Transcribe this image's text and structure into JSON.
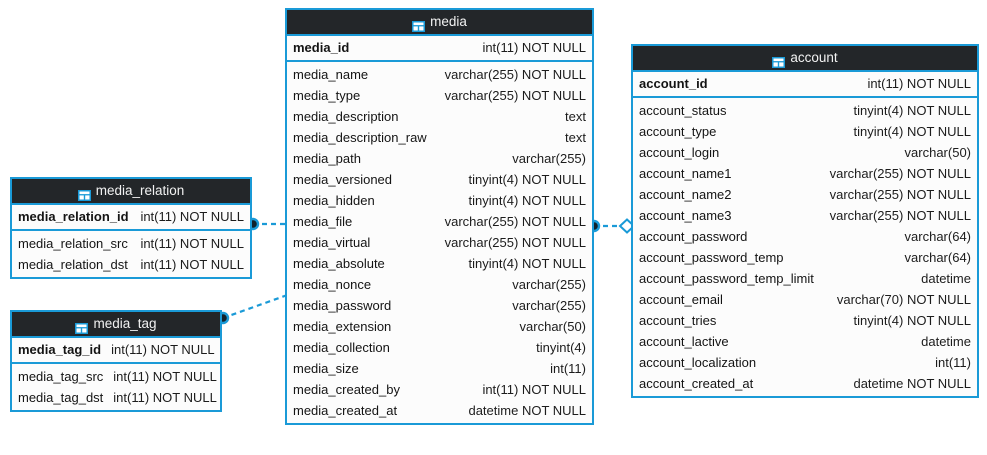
{
  "diagram": {
    "title": "database-er-diagram",
    "background_color": "#ffffff",
    "accent_color": "#1a9ad7",
    "header_bg_color": "#232629",
    "header_text_color": "#f2f2f2",
    "body_bg_color": "#fcfcfc",
    "icon_name": "table-icon"
  },
  "entities": [
    {
      "id": "media",
      "name": "media",
      "primary_key": {
        "name": "media_id",
        "type": "int(11) NOT NULL"
      },
      "columns": [
        {
          "name": "media_name",
          "type": "varchar(255) NOT NULL"
        },
        {
          "name": "media_type",
          "type": "varchar(255) NOT NULL"
        },
        {
          "name": "media_description",
          "type": "text"
        },
        {
          "name": "media_description_raw",
          "type": "text"
        },
        {
          "name": "media_path",
          "type": "varchar(255)"
        },
        {
          "name": "media_versioned",
          "type": "tinyint(4) NOT NULL"
        },
        {
          "name": "media_hidden",
          "type": "tinyint(4) NOT NULL"
        },
        {
          "name": "media_file",
          "type": "varchar(255) NOT NULL"
        },
        {
          "name": "media_virtual",
          "type": "varchar(255) NOT NULL"
        },
        {
          "name": "media_absolute",
          "type": "tinyint(4) NOT NULL"
        },
        {
          "name": "media_nonce",
          "type": "varchar(255)"
        },
        {
          "name": "media_password",
          "type": "varchar(255)"
        },
        {
          "name": "media_extension",
          "type": "varchar(50)"
        },
        {
          "name": "media_collection",
          "type": "tinyint(4)"
        },
        {
          "name": "media_size",
          "type": "int(11)"
        },
        {
          "name": "media_created_by",
          "type": "int(11) NOT NULL"
        },
        {
          "name": "media_created_at",
          "type": "datetime NOT NULL"
        }
      ]
    },
    {
      "id": "account",
      "name": "account",
      "primary_key": {
        "name": "account_id",
        "type": "int(11) NOT NULL"
      },
      "columns": [
        {
          "name": "account_status",
          "type": "tinyint(4) NOT NULL"
        },
        {
          "name": "account_type",
          "type": "tinyint(4) NOT NULL"
        },
        {
          "name": "account_login",
          "type": "varchar(50)"
        },
        {
          "name": "account_name1",
          "type": "varchar(255) NOT NULL"
        },
        {
          "name": "account_name2",
          "type": "varchar(255) NOT NULL"
        },
        {
          "name": "account_name3",
          "type": "varchar(255) NOT NULL"
        },
        {
          "name": "account_password",
          "type": "varchar(64)"
        },
        {
          "name": "account_password_temp",
          "type": "varchar(64)"
        },
        {
          "name": "account_password_temp_limit",
          "type": "datetime"
        },
        {
          "name": "account_email",
          "type": "varchar(70) NOT NULL"
        },
        {
          "name": "account_tries",
          "type": "tinyint(4) NOT NULL"
        },
        {
          "name": "account_lactive",
          "type": "datetime"
        },
        {
          "name": "account_localization",
          "type": "int(11)"
        },
        {
          "name": "account_created_at",
          "type": "datetime NOT NULL"
        }
      ]
    },
    {
      "id": "media_relation",
      "name": "media_relation",
      "primary_key": {
        "name": "media_relation_id",
        "type": "int(11) NOT NULL"
      },
      "columns": [
        {
          "name": "media_relation_src",
          "type": "int(11) NOT NULL"
        },
        {
          "name": "media_relation_dst",
          "type": "int(11) NOT NULL"
        }
      ]
    },
    {
      "id": "media_tag",
      "name": "media_tag",
      "primary_key": {
        "name": "media_tag_id",
        "type": "int(11) NOT NULL"
      },
      "columns": [
        {
          "name": "media_tag_src",
          "type": "int(11) NOT NULL"
        },
        {
          "name": "media_tag_dst",
          "type": "int(11) NOT NULL"
        }
      ]
    }
  ],
  "relationships": [
    {
      "id": "rel-media_relation-media",
      "from": "media_relation",
      "to": "media",
      "from_marker": "filled-dot",
      "to_marker": "hollow-diamond",
      "style": "dashed",
      "color": "#1a9ad7"
    },
    {
      "id": "rel-media_tag-media",
      "from": "media_tag",
      "to": "media",
      "from_marker": "filled-dot",
      "to_marker": "hollow-diamond",
      "style": "dashed",
      "color": "#1a9ad7"
    },
    {
      "id": "rel-media-account",
      "from": "media",
      "to": "account",
      "from_marker": "filled-dot",
      "to_marker": "hollow-diamond",
      "style": "dashed",
      "color": "#1a9ad7"
    }
  ]
}
